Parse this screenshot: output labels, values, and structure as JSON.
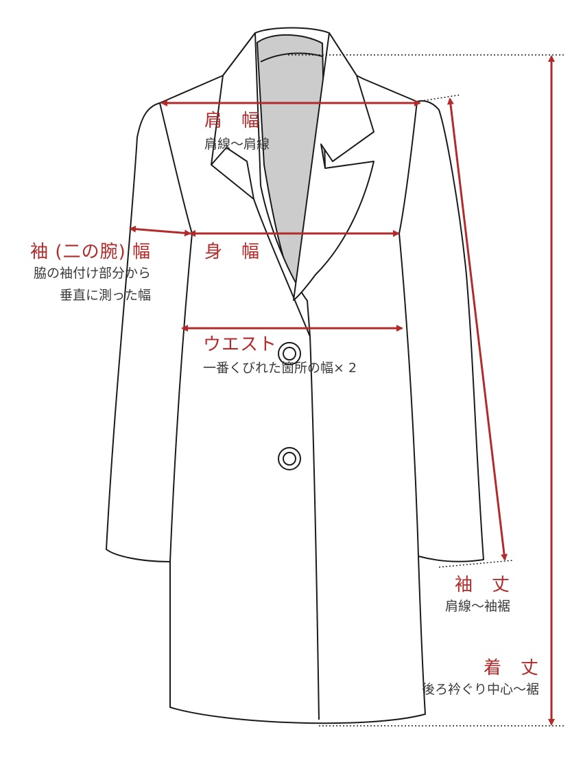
{
  "colors": {
    "accent": "#b22a2a",
    "line": "#1a1a1a",
    "lining": "#cccccc",
    "subtext": "#3a3a3a"
  },
  "measurements": {
    "shoulder": {
      "title": "肩　幅",
      "desc": "肩線〜肩線"
    },
    "sleeve_width": {
      "title": "袖 (二の腕) 幅",
      "desc_line1": "脇の袖付け部分から",
      "desc_line2": "垂直に測った幅"
    },
    "body_width": {
      "title": "身　幅"
    },
    "waist": {
      "title": "ウエスト",
      "desc": "一番くびれた箇所の幅× 2"
    },
    "sleeve_length": {
      "title": "袖　丈",
      "desc": "肩線〜袖裾"
    },
    "total_length": {
      "title": "着　丈",
      "desc": "後ろ衿ぐり中心〜裾"
    }
  }
}
